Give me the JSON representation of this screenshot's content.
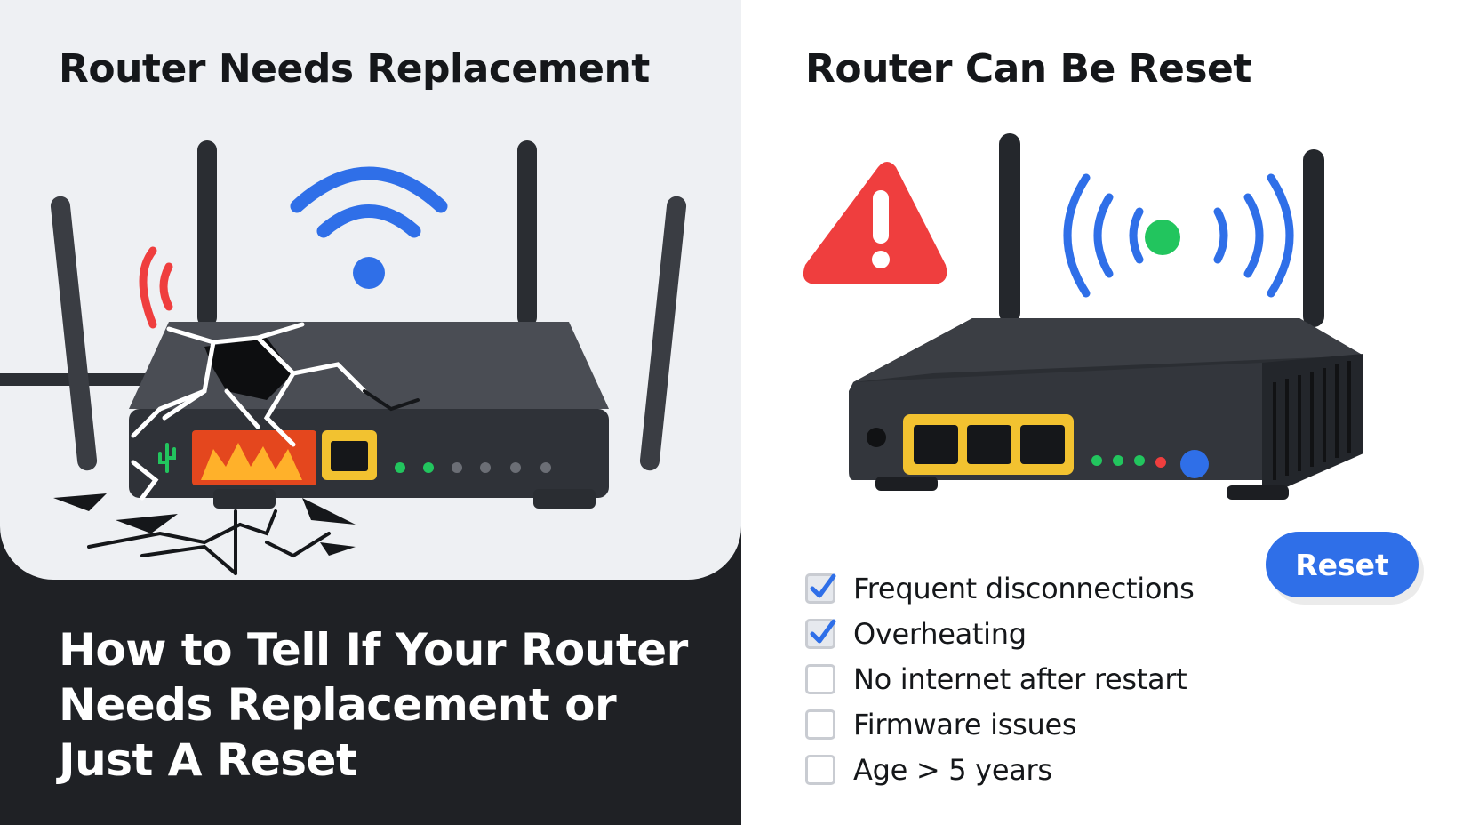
{
  "left": {
    "heading": "Router Needs Replacement",
    "title_lines": [
      "How to Tell If Your Router",
      "Needs Replacement or",
      "Just A Reset"
    ]
  },
  "right": {
    "heading": "Router Can Be Reset",
    "reset_label": "Reset",
    "checklist": [
      {
        "label": "Frequent disconnections",
        "checked": true
      },
      {
        "label": "Overheating",
        "checked": true
      },
      {
        "label": "No internet after restart",
        "checked": false
      },
      {
        "label": "Firmware issues",
        "checked": false
      },
      {
        "label": "Age > 5 years",
        "checked": false
      }
    ]
  },
  "colors": {
    "wifi_blue": "#2f6fe8",
    "warning_red": "#ef3e3e",
    "led_green": "#22c55e",
    "port_yellow": "#f2c230",
    "fire_orange": "#f26b1d",
    "dark_bg": "#1f2125"
  },
  "icons": [
    "wifi-icon",
    "warning-triangle-icon",
    "signal-waves-icon",
    "checkmark-icon"
  ]
}
